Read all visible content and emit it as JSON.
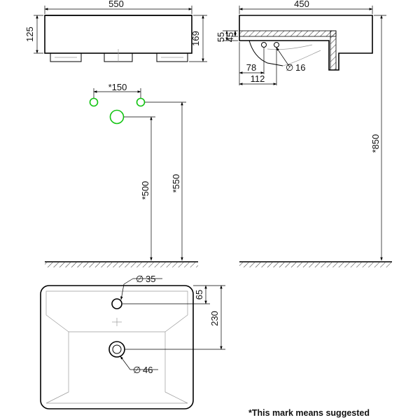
{
  "dimensions": {
    "front_width": "550",
    "front_height_total": "169",
    "front_height_body": "125",
    "side_depth": "450",
    "side_55": "55",
    "side_45": "45",
    "side_78": "78",
    "side_112": "112",
    "side_dia16": "16",
    "mount_spacing": "*150",
    "mount_height_500": "*500",
    "mount_height_550": "*550",
    "mount_height_850": "*850",
    "top_dia35": "35",
    "top_65": "65",
    "top_230": "230",
    "top_dia46": "46"
  },
  "diameter_symbol": "∅",
  "note": "*This mark means suggested",
  "colors": {
    "line": "#000000",
    "connection_marks": "#11c411",
    "hatch": "#000000"
  }
}
